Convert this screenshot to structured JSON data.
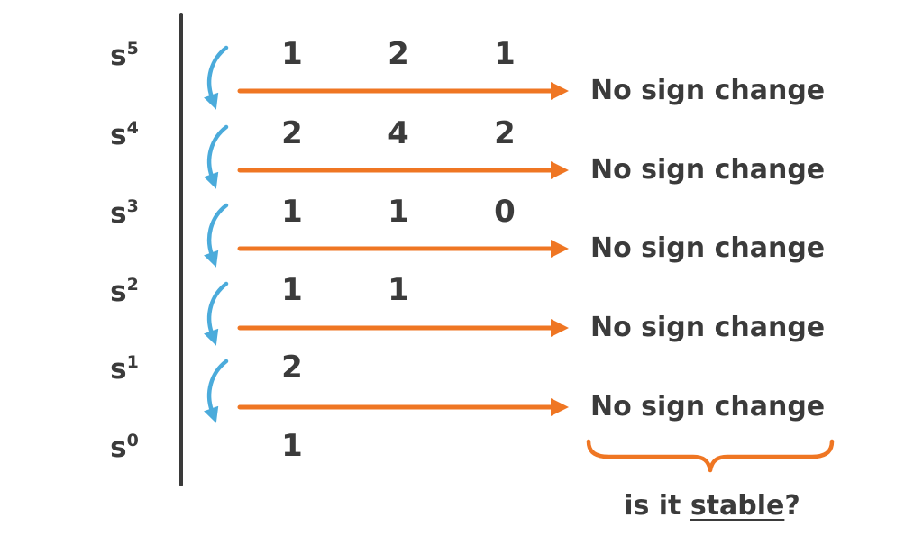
{
  "colors": {
    "orange": "#EF7623",
    "blue": "#4BABDB",
    "ink": "#3B3B3B"
  },
  "rows": [
    {
      "base": "s",
      "exp": "5",
      "values": [
        "1",
        "2",
        "1"
      ]
    },
    {
      "base": "s",
      "exp": "4",
      "values": [
        "2",
        "4",
        "2"
      ]
    },
    {
      "base": "s",
      "exp": "3",
      "values": [
        "1",
        "1",
        "0"
      ]
    },
    {
      "base": "s",
      "exp": "2",
      "values": [
        "1",
        "1"
      ]
    },
    {
      "base": "s",
      "exp": "1",
      "values": [
        "2"
      ]
    },
    {
      "base": "s",
      "exp": "0",
      "values": [
        "1"
      ]
    }
  ],
  "sign_changes": [
    "No sign change",
    "No sign change",
    "No sign change",
    "No sign change",
    "No sign change"
  ],
  "question": {
    "prefix": "is it ",
    "underlined": "stable",
    "suffix": "?"
  }
}
